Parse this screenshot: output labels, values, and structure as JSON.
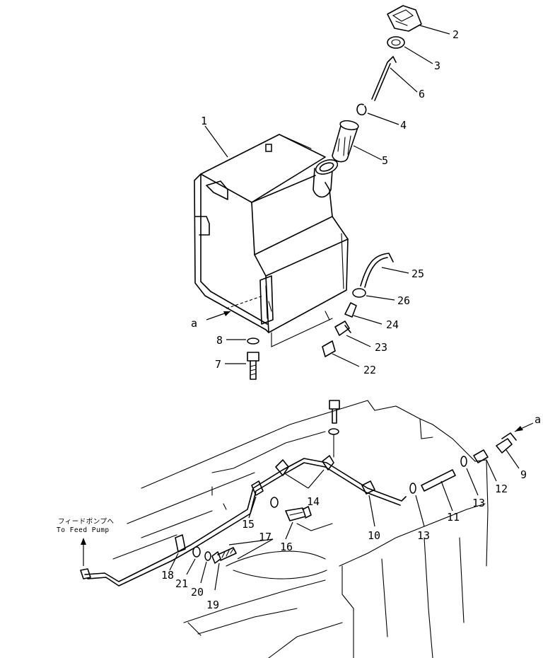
{
  "diagram": {
    "callouts": [
      {
        "id": "c1",
        "label": "1"
      },
      {
        "id": "c2",
        "label": "2"
      },
      {
        "id": "c3",
        "label": "3"
      },
      {
        "id": "c4",
        "label": "4"
      },
      {
        "id": "c5",
        "label": "5"
      },
      {
        "id": "c6",
        "label": "6"
      },
      {
        "id": "c7",
        "label": "7"
      },
      {
        "id": "c8",
        "label": "8"
      },
      {
        "id": "c9",
        "label": "9"
      },
      {
        "id": "c10",
        "label": "10"
      },
      {
        "id": "c11",
        "label": "11"
      },
      {
        "id": "c12",
        "label": "12"
      },
      {
        "id": "c13a",
        "label": "13"
      },
      {
        "id": "c13b",
        "label": "13"
      },
      {
        "id": "c14",
        "label": "14"
      },
      {
        "id": "c15",
        "label": "15"
      },
      {
        "id": "c16",
        "label": "16"
      },
      {
        "id": "c17",
        "label": "17"
      },
      {
        "id": "c18",
        "label": "18"
      },
      {
        "id": "c19",
        "label": "19"
      },
      {
        "id": "c20",
        "label": "20"
      },
      {
        "id": "c21",
        "label": "21"
      },
      {
        "id": "c22",
        "label": "22"
      },
      {
        "id": "c23",
        "label": "23"
      },
      {
        "id": "c24",
        "label": "24"
      },
      {
        "id": "c25",
        "label": "25"
      },
      {
        "id": "c26",
        "label": "26"
      }
    ],
    "view_markers": {
      "upper": "a",
      "lower": "a"
    },
    "feed_pump_note": {
      "japanese": "フィードポンプへ",
      "english": "To Feed Pump"
    }
  }
}
